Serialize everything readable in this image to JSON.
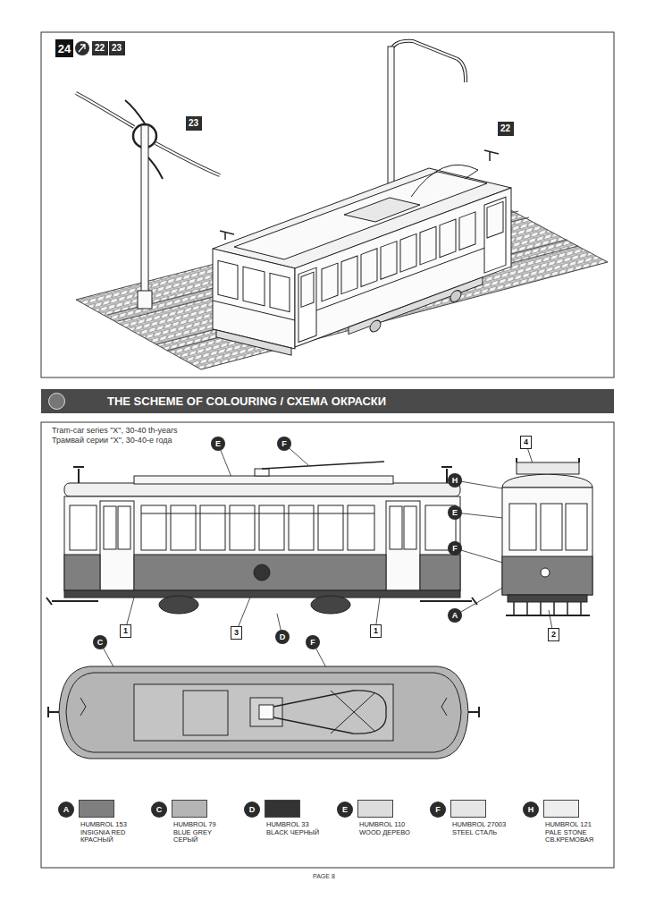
{
  "diagram": {
    "title": "THE SCHEME OF COLOURING / СХЕМА ОКРАСКИ",
    "nodes": [
      {
        "text": [
          "24"
        ]
      },
      {
        "text": [
          "22"
        ]
      },
      {
        "text": [
          "23"
        ]
      },
      {
        "text": [
          "23"
        ]
      },
      {
        "text": [
          "22"
        ]
      },
      {
        "text": [
          "E"
        ]
      },
      {
        "text": [
          "F"
        ]
      },
      {
        "text": [
          "4"
        ]
      },
      {
        "text": [
          "H"
        ]
      },
      {
        "text": [
          "E"
        ]
      },
      {
        "text": [
          "F"
        ]
      },
      {
        "text": [
          "A"
        ]
      },
      {
        "text": [
          "1"
        ]
      },
      {
        "text": [
          "3"
        ]
      },
      {
        "text": [
          "D"
        ]
      },
      {
        "text": [
          "1"
        ]
      },
      {
        "text": [
          "2"
        ]
      },
      {
        "text": [
          "C"
        ]
      },
      {
        "text": [
          "F"
        ]
      },
      {
        "text": [
          "A"
        ]
      },
      {
        "text": [
          "C"
        ]
      },
      {
        "text": [
          "D"
        ]
      },
      {
        "text": [
          "E"
        ]
      },
      {
        "text": [
          "F"
        ]
      },
      {
        "text": [
          "H"
        ]
      }
    ],
    "labels": [
      "Tram-car series \"X\", 30-40 th-years",
      "Трамвай серии \"Х\", 30-40-е года",
      "PAGE 8"
    ],
    "legend": [
      {
        "text": "HUMBROL 153 INSIGNIA RED КРАСНЫЙ",
        "color": "#7f7f7f"
      },
      {
        "text": "HUMBROL 79 BLUE GREY СЕРЫЙ",
        "color": "#b5b5b5"
      },
      {
        "text": "HUMBROL 33 BLACK ЧЕРНЫЙ",
        "color": "#333333"
      },
      {
        "text": "HUMBROL 110 WOOD ДЕРЕВО",
        "color": "#dddddd"
      },
      {
        "text": "HUMBROL 27003 STEEL СТАЛЬ",
        "color": "#e6e6e6"
      },
      {
        "text": "HUMBROL 121 PALE STONE СВ.КРЕМОВАЯ",
        "color": "#eeeeee"
      }
    ]
  }
}
